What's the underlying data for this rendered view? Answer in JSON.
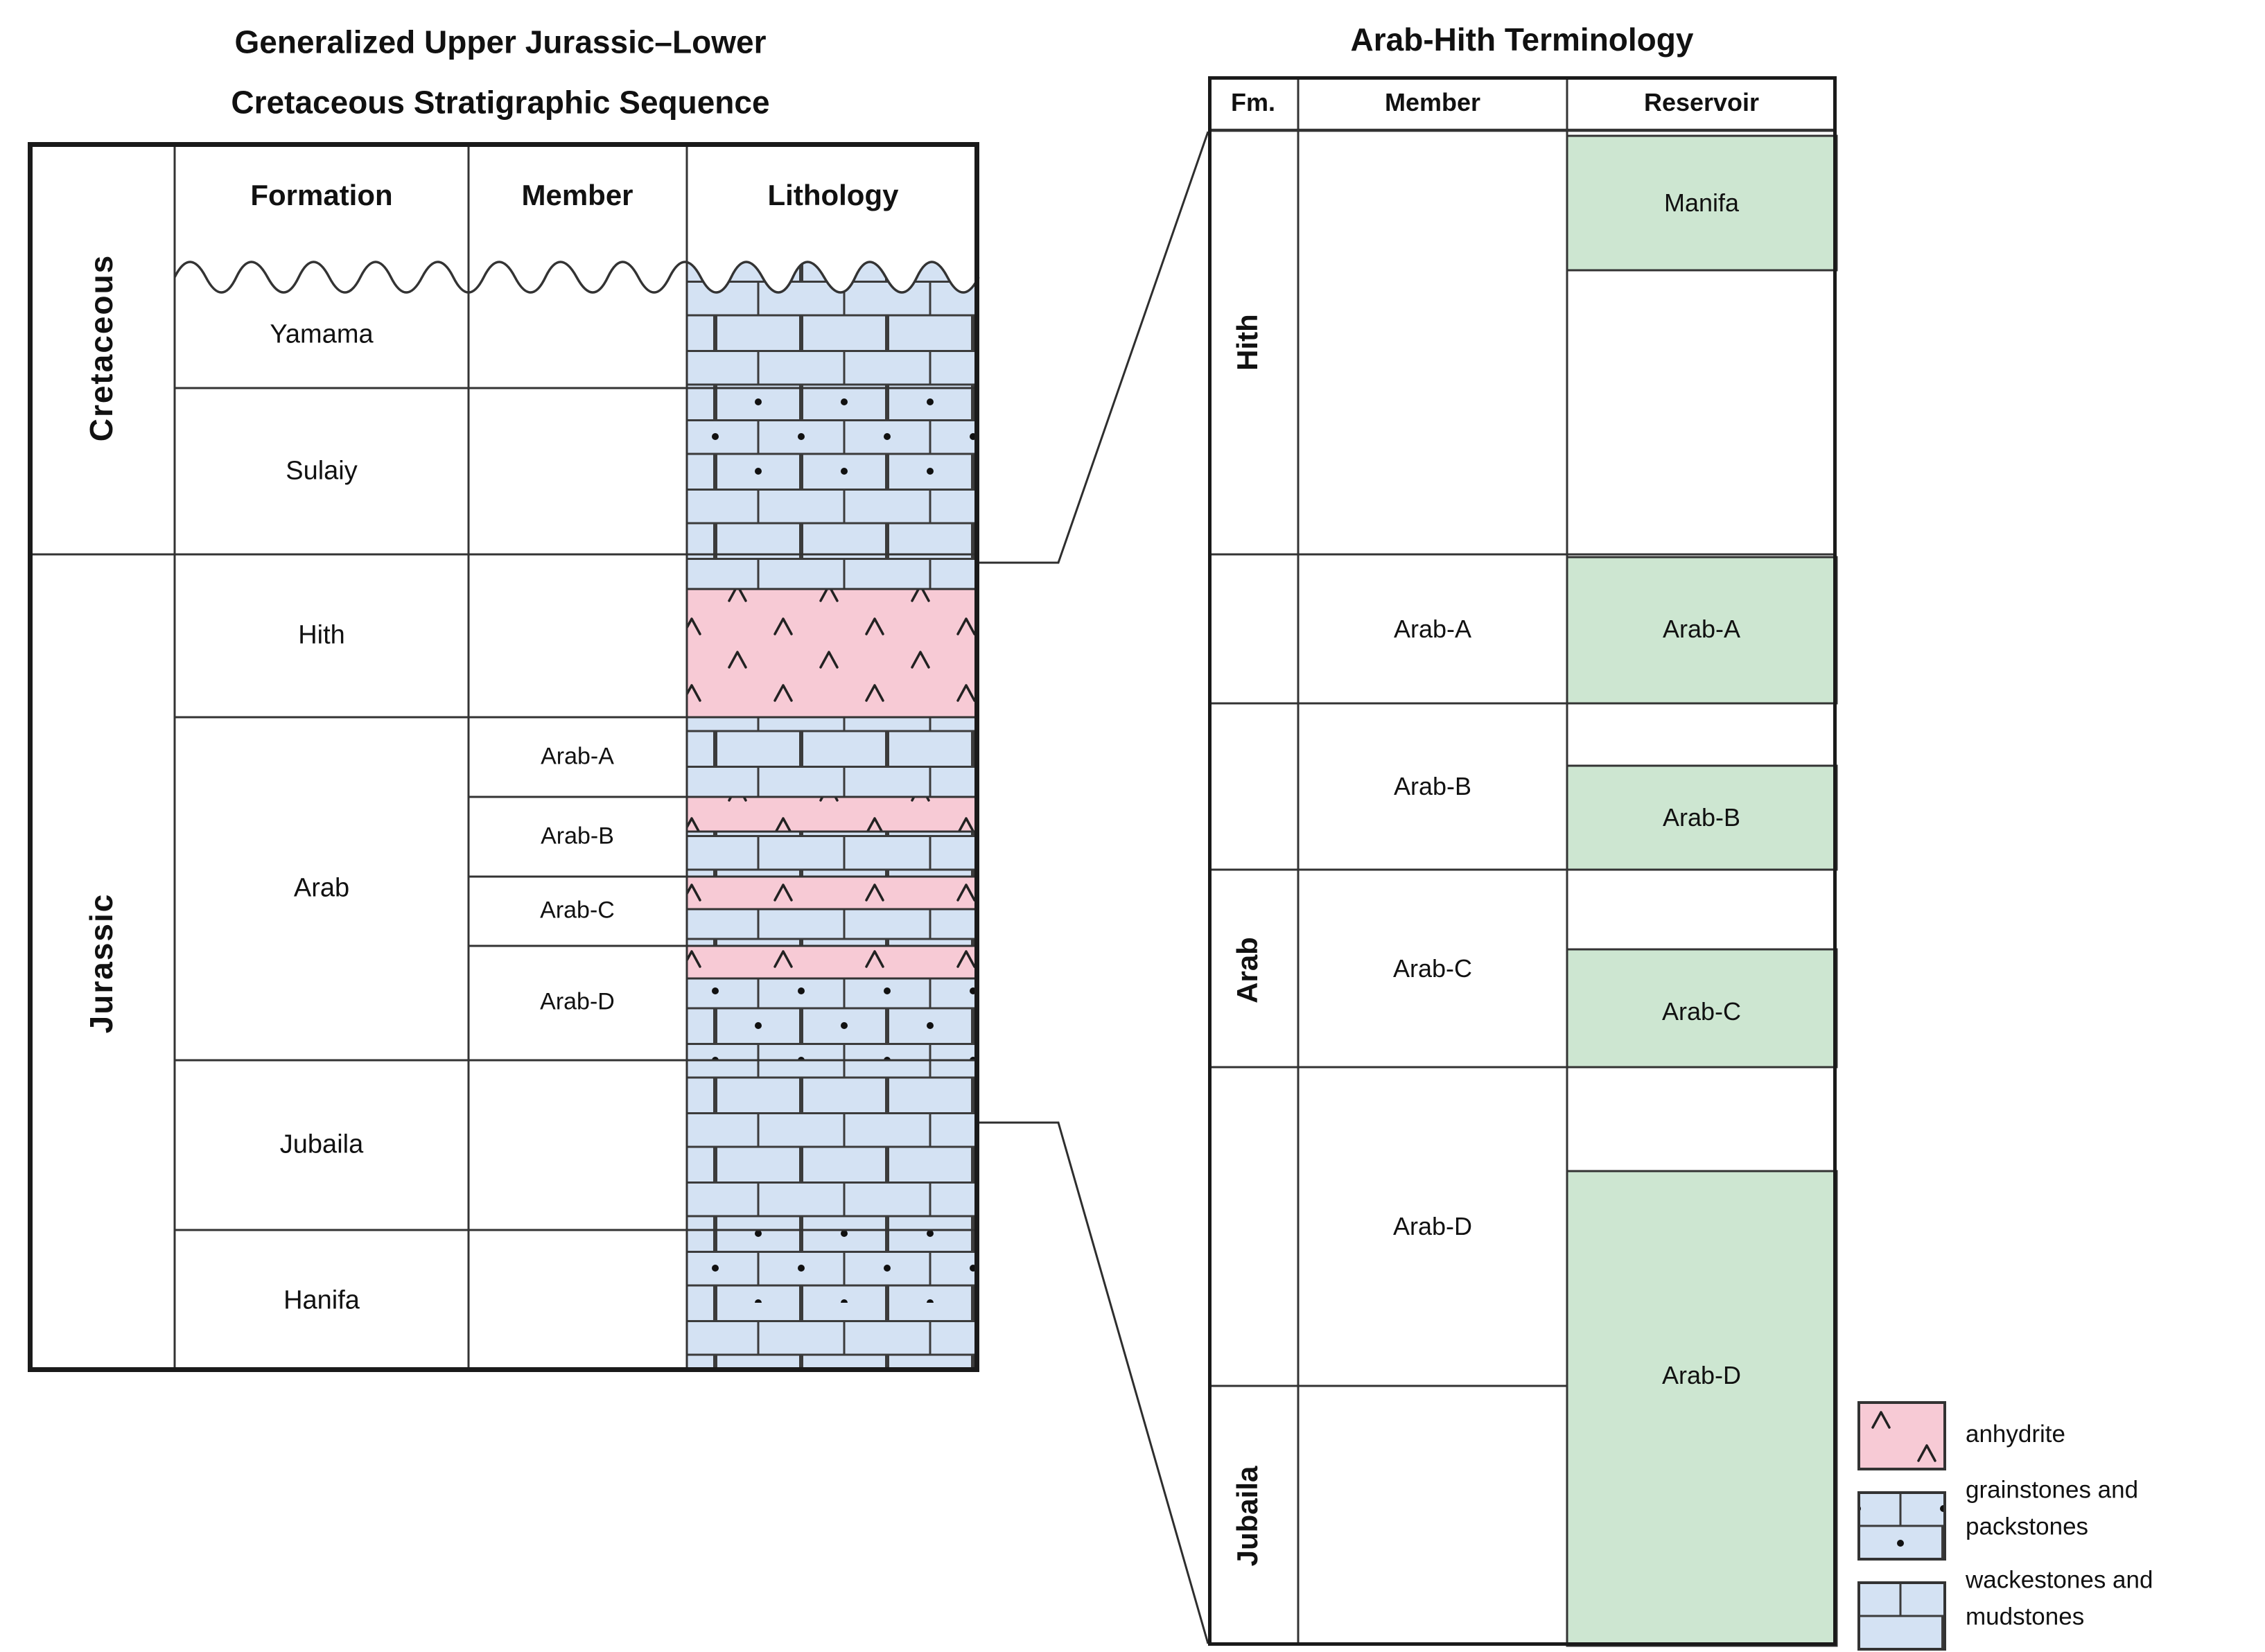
{
  "colors": {
    "limestone_blue": "#d4e2f3",
    "anhydrite_pink": "#f7cad5",
    "reservoir_green": "#cde6d1",
    "line": "#333333"
  },
  "left_chart": {
    "title_line1": "Generalized Upper Jurassic–Lower",
    "title_line2": "Cretaceous Stratigraphic Sequence",
    "headers": {
      "formation": "Formation",
      "member": "Member",
      "lithology": "Lithology"
    },
    "periods": [
      {
        "name": "Cretaceous"
      },
      {
        "name": "Jurassic"
      }
    ],
    "formations": [
      {
        "name": "Yamama"
      },
      {
        "name": "Sulaiy"
      },
      {
        "name": "Hith"
      },
      {
        "name": "Arab"
      },
      {
        "name": "Jubaila"
      },
      {
        "name": "Hanifa"
      }
    ],
    "members": [
      {
        "name": "Arab-A"
      },
      {
        "name": "Arab-B"
      },
      {
        "name": "Arab-C"
      },
      {
        "name": "Arab-D"
      }
    ]
  },
  "right_chart": {
    "title": "Arab-Hith Terminology",
    "headers": {
      "fm": "Fm.",
      "member": "Member",
      "reservoir": "Reservoir"
    },
    "formations": [
      {
        "name": "Hith"
      },
      {
        "name": "Arab"
      },
      {
        "name": "Jubaila"
      }
    ],
    "members": [
      {
        "name": "Arab-A"
      },
      {
        "name": "Arab-B"
      },
      {
        "name": "Arab-C"
      },
      {
        "name": "Arab-D"
      }
    ],
    "reservoirs": [
      {
        "name": "Manifa"
      },
      {
        "name": "Arab-A"
      },
      {
        "name": "Arab-B"
      },
      {
        "name": "Arab-C"
      },
      {
        "name": "Arab-D"
      }
    ]
  },
  "legend": {
    "items": [
      {
        "label": "anhydrite",
        "pattern": "anhydrite"
      },
      {
        "label": "grainstones and packstones",
        "pattern": "grainstones-packstones"
      },
      {
        "label": "wackestones and mudstones",
        "pattern": "wackestones-mudstones"
      }
    ]
  }
}
